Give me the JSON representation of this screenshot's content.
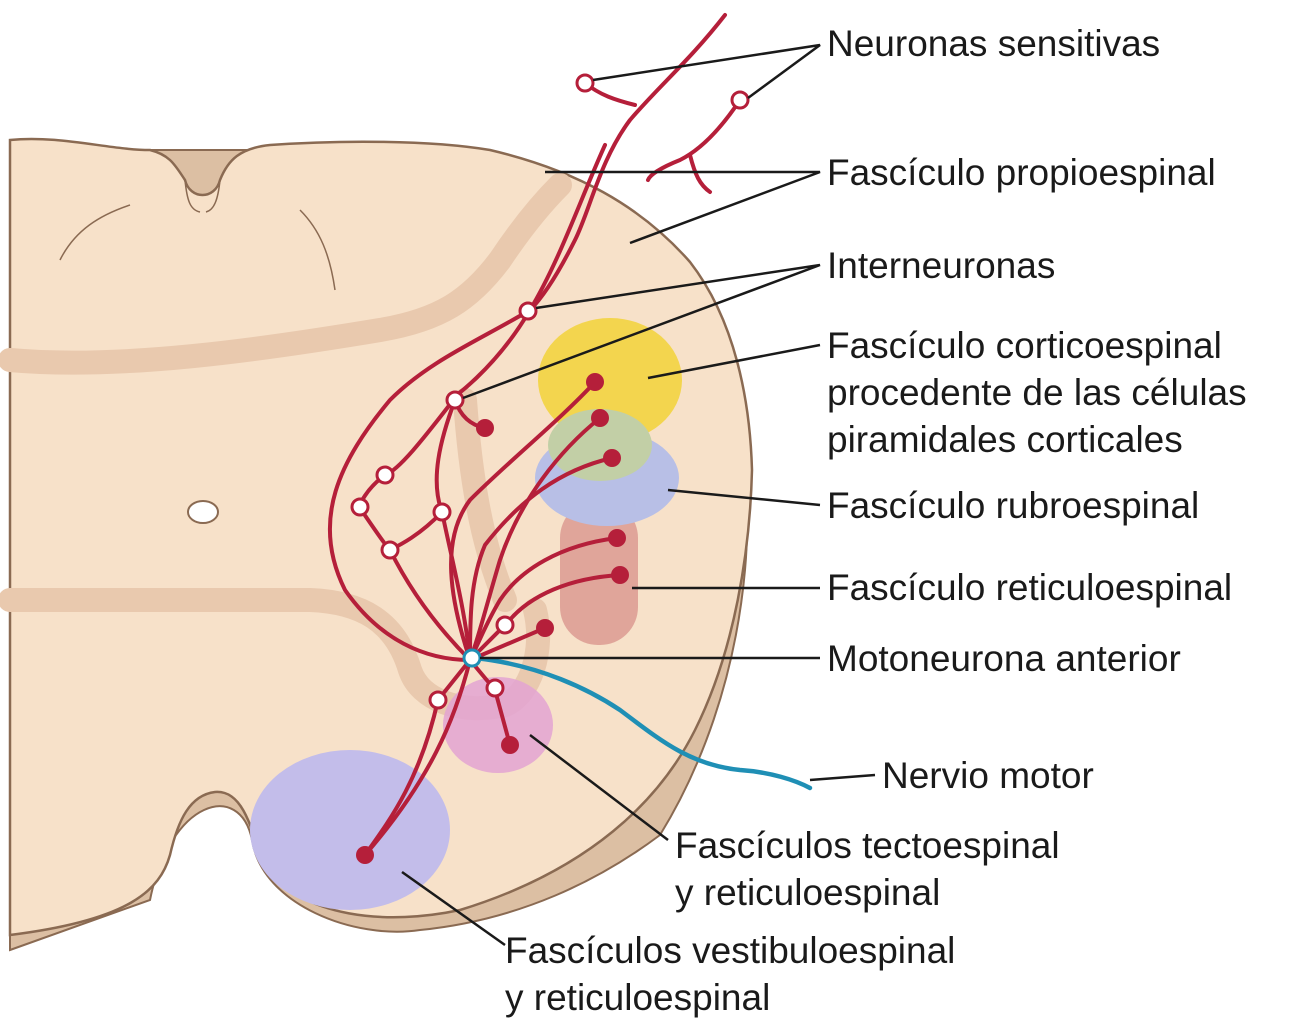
{
  "labels": {
    "sensory_neurons": "Neuronas sensitivas",
    "propriospinal": "Fascículo propioespinal",
    "interneurons": "Interneuronas",
    "corticospinal_1": "Fascículo corticoespinal",
    "corticospinal_2": "procedente de las células",
    "corticospinal_3": "piramidales corticales",
    "rubrospinal": "Fascículo rubroespinal",
    "reticulospinal": "Fascículo reticuloespinal",
    "anterior_motoneuron": "Motoneurona anterior",
    "motor_nerve": "Nervio motor",
    "tectospinal_1": "Fascículos tectoespinal",
    "tectospinal_2": "y reticuloespinal",
    "vestibulospinal_1": "Fascículos vestibuloespinal",
    "vestibulospinal_2": "y reticuloespinal"
  },
  "colors": {
    "cord_fill": "#f7e1c9",
    "cord_outline": "#8a6a52",
    "gray_matter_border": "#e9c9ae",
    "cord_shadow": "#dcbfa3",
    "neuron_red": "#b51f3a",
    "motor_nerve_blue": "#1f8fb5",
    "corticospinal_yellow": "#f3d54e",
    "overlap_green": "#c2cfa6",
    "rubrospinal_blue": "#b8bfe6",
    "reticulospinal_red": "#dc9a92",
    "tectospinal_pink": "#e3a3d2",
    "vestibulospinal_purple": "#c3bdea",
    "leader_line": "#1a1a1a"
  }
}
